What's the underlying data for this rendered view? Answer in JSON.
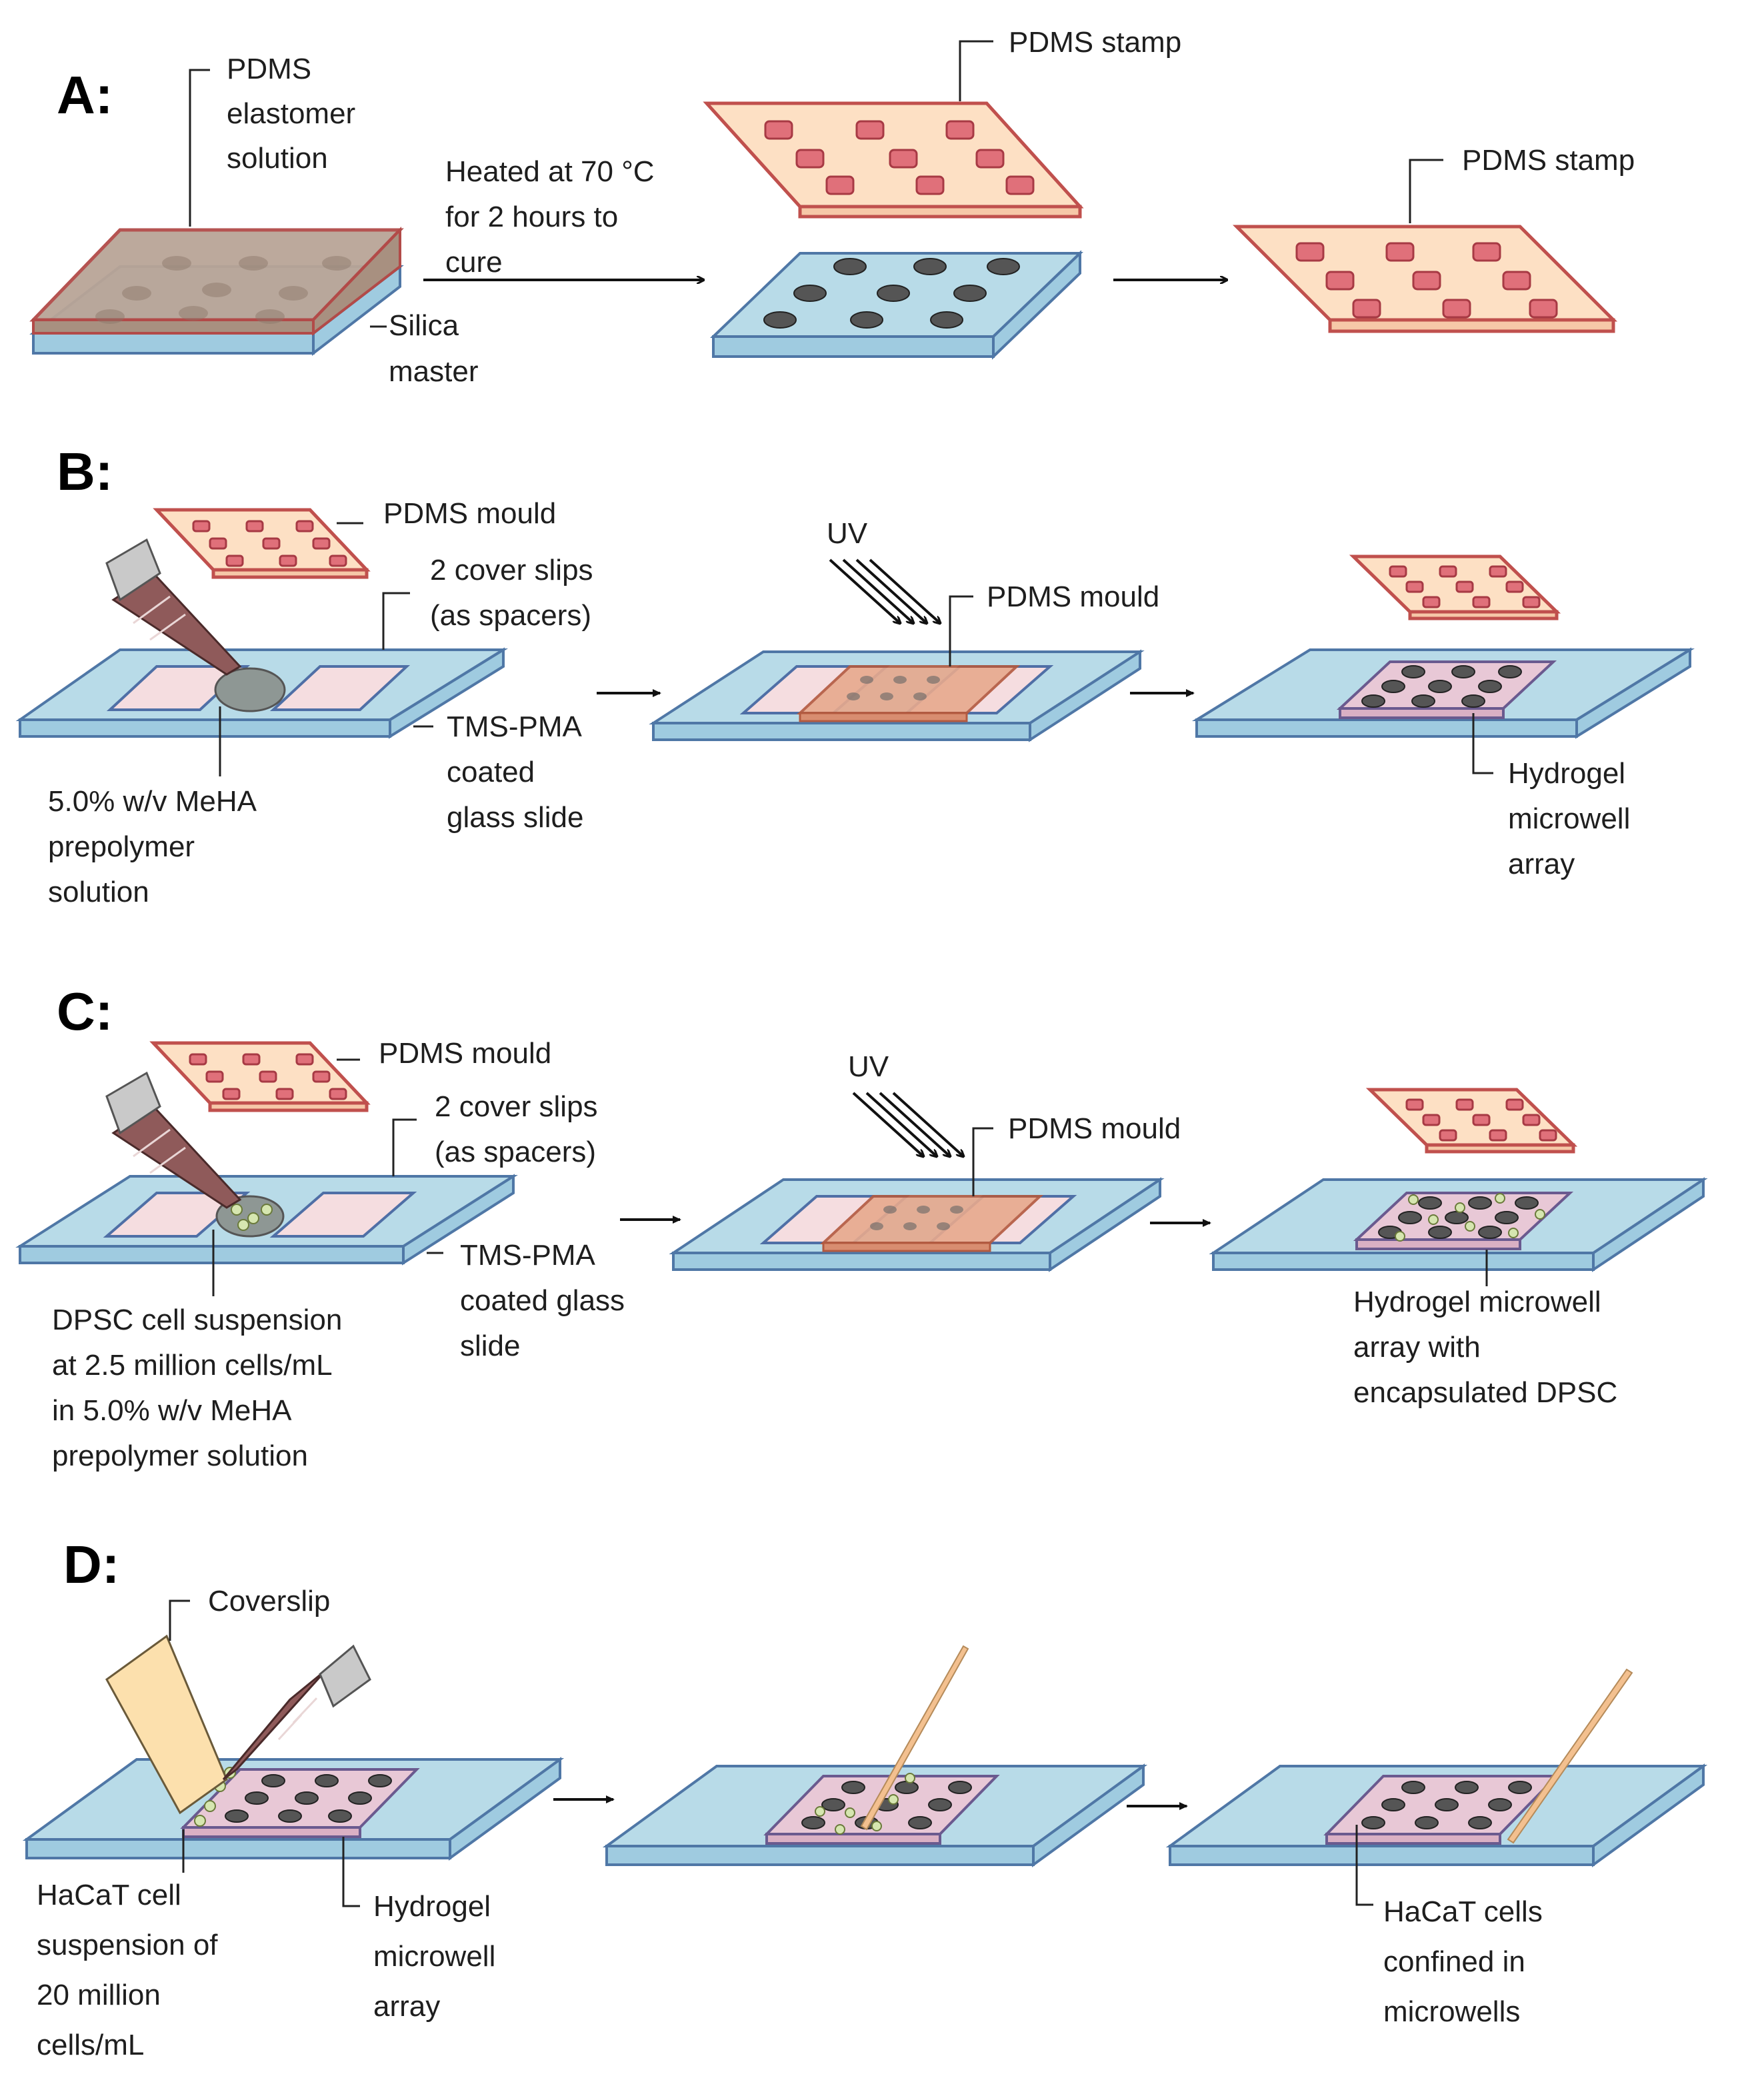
{
  "panels": {
    "a": {
      "letter": "A:",
      "elastomer_label": [
        "PDMS",
        "elastomer",
        "solution"
      ],
      "silica_label": [
        "Silica",
        "master"
      ],
      "heat_label": [
        "Heated at 70 °C",
        "for 2 hours to",
        "cure"
      ],
      "stamp_label_1": "PDMS stamp",
      "stamp_label_2": "PDMS stamp"
    },
    "b": {
      "letter": "B:",
      "mould_label": "PDMS mould",
      "cover_label": [
        "2 cover slips",
        "(as spacers)"
      ],
      "glass_label": [
        "TMS-PMA",
        "coated",
        "glass slide"
      ],
      "solution_label": [
        "5.0% w/v MeHA",
        "prepolymer",
        "solution"
      ],
      "uv_label": "UV",
      "mould_label_2": "PDMS mould",
      "result_label": [
        "Hydrogel",
        "microwell",
        "array"
      ]
    },
    "c": {
      "letter": "C:",
      "mould_label": "PDMS mould",
      "cover_label": [
        "2 cover slips",
        "(as spacers)"
      ],
      "glass_label": [
        "TMS-PMA",
        "coated glass",
        "slide"
      ],
      "suspension_label": [
        "DPSC cell suspension",
        "at 2.5 million cells/mL",
        "in 5.0% w/v MeHA",
        "prepolymer solution"
      ],
      "uv_label": "UV",
      "mould_label_2": "PDMS mould",
      "result_label": [
        "Hydrogel microwell",
        "array with",
        "encapsulated DPSC"
      ]
    },
    "d": {
      "letter": "D:",
      "coverslip_label": "Coverslip",
      "suspension_label": [
        "HaCaT cell",
        "suspension of",
        "20 million",
        "cells/mL"
      ],
      "array_label": [
        "Hydrogel",
        "microwell",
        "array"
      ],
      "result_label": [
        "HaCaT cells",
        "confined in",
        "microwells"
      ]
    }
  },
  "colors": {
    "glass": "#b8dbe8",
    "pdms": "#fde0c4",
    "pdms_edge": "#c0504d",
    "hydrogel": "#e8c8d6",
    "elastomer": "#b9a597"
  }
}
